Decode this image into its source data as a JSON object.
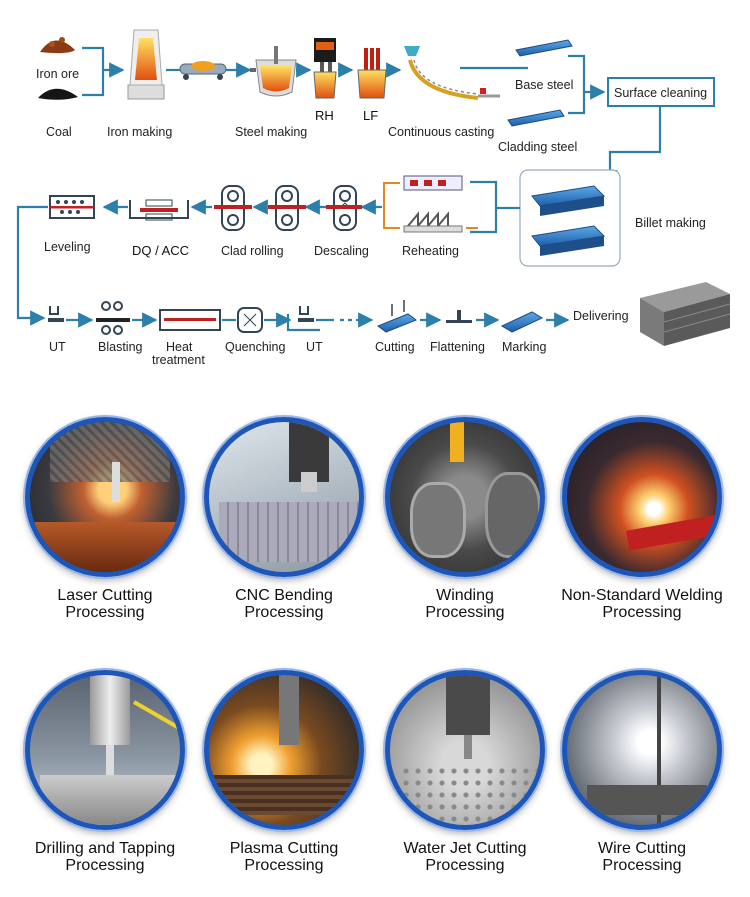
{
  "flow": {
    "row1": {
      "iron_ore": "Iron ore",
      "coal": "Coal",
      "iron_making": "Iron making",
      "steel_making": "Steel making",
      "rh": "RH",
      "lf": "LF",
      "continuous_casting": "Continuous casting",
      "base_steel": "Base steel",
      "cladding_steel": "Cladding steel",
      "surface_cleaning": "Surface cleaning"
    },
    "row2": {
      "billet_making": "Billet making",
      "reheating": "Reheating",
      "descaling": "Descaling",
      "clad_rolling": "Clad rolling",
      "dq_acc": "DQ / ACC",
      "leveling": "Leveling"
    },
    "row3": {
      "ut1": "UT",
      "blasting": "Blasting",
      "heat_treatment_1": "Heat",
      "heat_treatment_2": "treatment",
      "quenching": "Quenching",
      "ut2": "UT",
      "cutting": "Cutting",
      "flattening": "Flattening",
      "marking": "Marking",
      "delivering": "Delivering"
    }
  },
  "processes": [
    {
      "line1": "Laser Cutting",
      "line2": "Processing",
      "icon": "laser-cutting-photo"
    },
    {
      "line1": "CNC Bending",
      "line2": "Processing",
      "icon": "cnc-bending-photo"
    },
    {
      "line1": "Winding",
      "line2": "Processing",
      "icon": "winding-photo"
    },
    {
      "line1": "Non-Standard Welding",
      "line2": "Processing",
      "icon": "welding-photo"
    },
    {
      "line1": "Drilling and Tapping",
      "line2": "Processing",
      "icon": "drilling-photo"
    },
    {
      "line1": "Plasma Cutting",
      "line2": "Processing",
      "icon": "plasma-cutting-photo"
    },
    {
      "line1": "Water Jet Cutting",
      "line2": "Processing",
      "icon": "water-jet-photo"
    },
    {
      "line1": "Wire Cutting",
      "line2": "Processing",
      "icon": "wire-cutting-photo"
    }
  ],
  "colors": {
    "flow_line": "#2c7fa8",
    "circle_border": "#1e56b8",
    "molten": "#f0a020"
  }
}
